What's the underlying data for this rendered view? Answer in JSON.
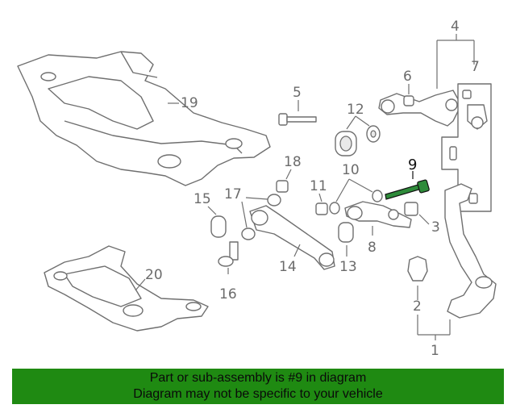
{
  "callouts": {
    "c1": "1",
    "c2": "2",
    "c3": "3",
    "c4": "4",
    "c5": "5",
    "c6": "6",
    "c7": "7",
    "c8": "8",
    "c9": "9",
    "c10": "10",
    "c11": "11",
    "c12": "12",
    "c13": "13",
    "c14": "14",
    "c15": "15",
    "c16": "16",
    "c17": "17",
    "c18": "18",
    "c19": "19",
    "c20": "20"
  },
  "highlighted_part": "9",
  "colors": {
    "banner": "#1f8a12",
    "highlight_part": "#2e8b3a"
  },
  "banner": {
    "line1": "Part or sub-assembly is #9 in diagram",
    "line2": "Diagram may not be specific to your vehicle"
  }
}
